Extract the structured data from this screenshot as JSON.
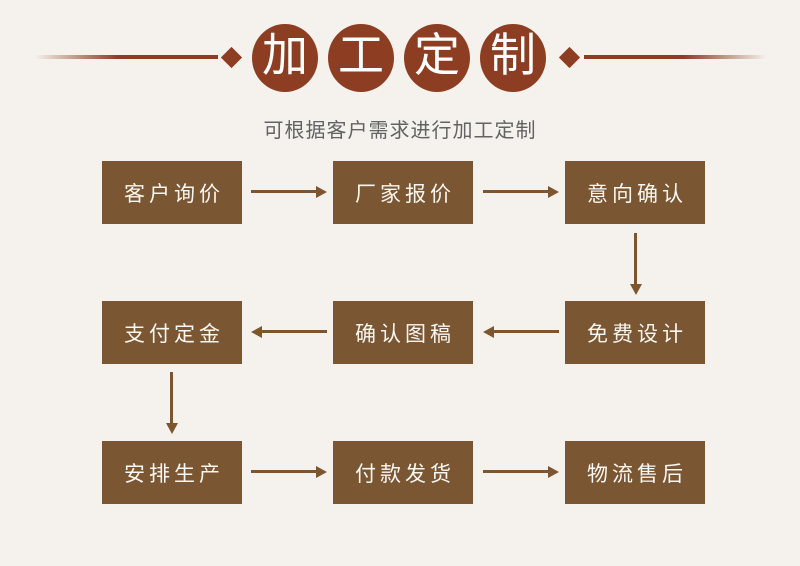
{
  "page": {
    "background_color": "#f5f1ec"
  },
  "title": {
    "characters": [
      "加",
      "工",
      "定",
      "制"
    ],
    "full_text": "加工定制",
    "badge_color": "#8d3e22",
    "text_color": "#ffffff"
  },
  "subtitle": {
    "text": "可根据客户需求进行加工定制",
    "color": "#636363"
  },
  "flowchart": {
    "box_color": "#7b5633",
    "box_text_color": "#faf7f2",
    "arrow_color": "#7d552f",
    "steps": [
      {
        "order": 1,
        "label": "客户询价"
      },
      {
        "order": 2,
        "label": "厂家报价"
      },
      {
        "order": 3,
        "label": "意向确认"
      },
      {
        "order": 4,
        "label": "免费设计"
      },
      {
        "order": 5,
        "label": "确认图稿"
      },
      {
        "order": 6,
        "label": "支付定金"
      },
      {
        "order": 7,
        "label": "安排生产"
      },
      {
        "order": 8,
        "label": "付款发货"
      },
      {
        "order": 9,
        "label": "物流售后"
      }
    ],
    "connections": [
      {
        "from": "客户询价",
        "to": "厂家报价",
        "direction": "right"
      },
      {
        "from": "厂家报价",
        "to": "意向确认",
        "direction": "right"
      },
      {
        "from": "意向确认",
        "to": "免费设计",
        "direction": "down"
      },
      {
        "from": "免费设计",
        "to": "确认图稿",
        "direction": "left"
      },
      {
        "from": "确认图稿",
        "to": "支付定金",
        "direction": "left"
      },
      {
        "from": "支付定金",
        "to": "安排生产",
        "direction": "down"
      },
      {
        "from": "安排生产",
        "to": "付款发货",
        "direction": "right"
      },
      {
        "from": "付款发货",
        "to": "物流售后",
        "direction": "right"
      }
    ]
  }
}
